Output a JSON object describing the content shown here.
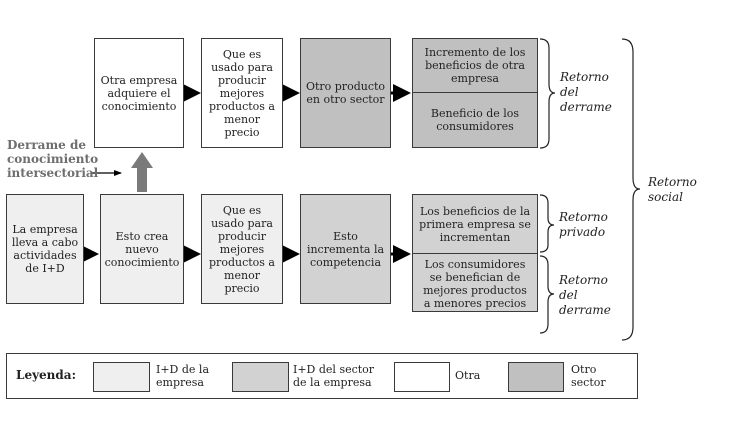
{
  "top_row": {
    "box1": "Otra empresa adquiere el conocimiento",
    "box2": "Que es usado para producir mejores productos a menor precio",
    "box3": "Otro producto en otro sector",
    "box4a": "Incremento de los beneficios de otra empresa",
    "box4b": "Beneficio de los consumidores",
    "brace_label": "Retorno del derrame"
  },
  "spillover_label": "Derrame de conocimiento intersectorial",
  "bottom_row": {
    "box1": "La empresa lleva a cabo actividades de I+D",
    "box2": "Esto crea nuevo conocimiento",
    "box3": "Que es usado para producir mejores productos a menor precio",
    "box4": "Esto incrementa la competencia",
    "box5a": "Los beneficios de la primera empresa se incrementan",
    "box5b": "Los consumidores se benefician de mejores productos a menores precios",
    "brace_label_a": "Retorno privado",
    "brace_label_b": "Retorno del derrame"
  },
  "social_label": "Retorno social",
  "legend": {
    "title": "Leyenda:",
    "items": [
      {
        "label": "I+D de la empresa",
        "color": "#efefef"
      },
      {
        "label": "I+D del sector de la empresa",
        "color": "#d2d2d2"
      },
      {
        "label": "Otra",
        "color": "#ffffff"
      },
      {
        "label": "Otro sector",
        "color": "#c0c0c0"
      }
    ]
  }
}
